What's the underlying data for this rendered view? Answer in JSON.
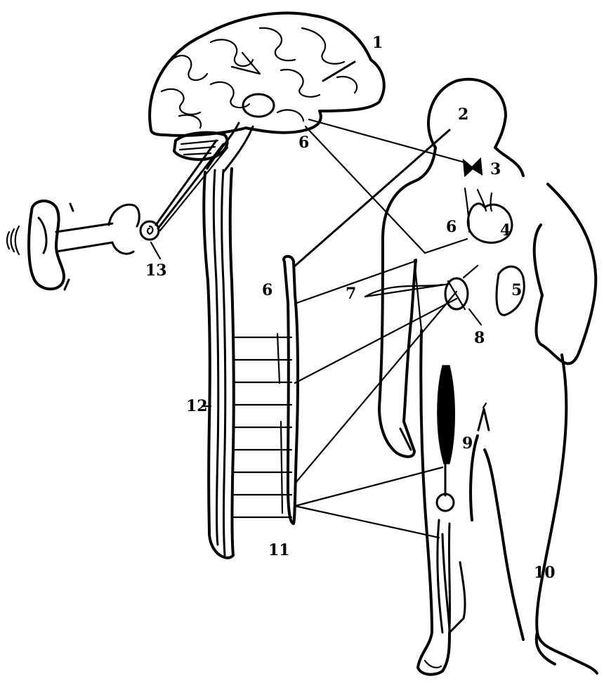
{
  "labels": {
    "l1": "1",
    "l2": "2",
    "l3": "3",
    "l4": "4",
    "l5": "5",
    "l6a": "6",
    "l6b": "6",
    "l6c": "6",
    "l7": "7",
    "l8": "8",
    "l9": "9",
    "l10": "10",
    "l11": "11",
    "l12": "12",
    "l13": "13"
  }
}
